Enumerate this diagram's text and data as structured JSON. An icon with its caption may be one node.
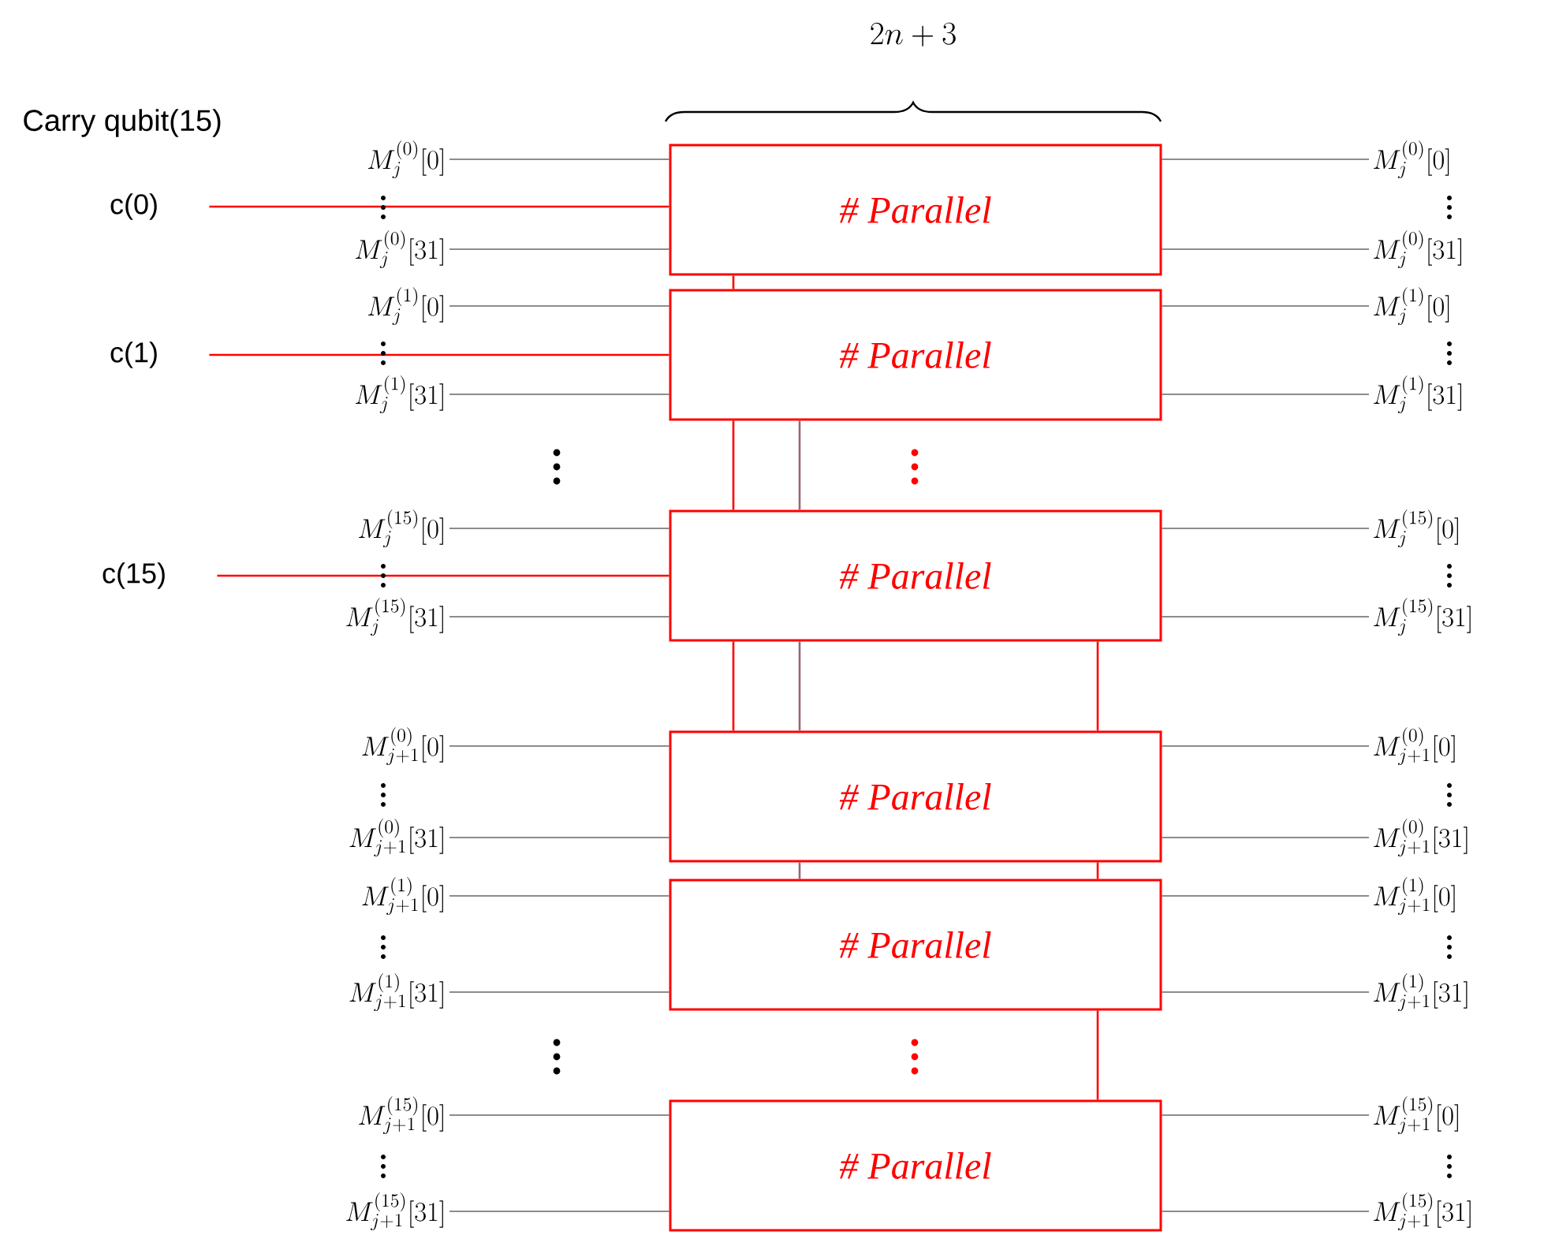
{
  "diagram": {
    "nodes": [
      {
        "text": [
          "# Parallel"
        ]
      },
      {
        "text": [
          "# Parallel"
        ]
      },
      {
        "text": [
          "# Parallel"
        ]
      },
      {
        "text": [
          "# Parallel"
        ]
      },
      {
        "text": [
          "# Parallel"
        ]
      },
      {
        "text": [
          "# Parallel"
        ]
      },
      {
        "text": [
          "M_{j}^{(0)}[0]"
        ]
      },
      {
        "text": [
          "M_{j}^{(0)}[31]"
        ]
      },
      {
        "text": [
          "M_{j}^{(1)}[0]"
        ]
      },
      {
        "text": [
          "M_{j}^{(1)}[31]"
        ]
      },
      {
        "text": [
          "M_{j}^{(15)}[0]"
        ]
      },
      {
        "text": [
          "M_{j}^{(15)}[31]"
        ]
      },
      {
        "text": [
          "M_{j+1}^{(0)}[0]"
        ]
      },
      {
        "text": [
          "M_{j+1}^{(0)}[31]"
        ]
      },
      {
        "text": [
          "M_{j+1}^{(1)}[0]"
        ]
      },
      {
        "text": [
          "M_{j+1}^{(1)}[31]"
        ]
      },
      {
        "text": [
          "M_{j+1}^{(15)}[0]"
        ]
      },
      {
        "text": [
          "M_{j+1}^{(15)}[31]"
        ]
      },
      {
        "text": [
          "M_{j}^{(0)}[0]"
        ]
      },
      {
        "text": [
          "M_{j}^{(0)}[31]"
        ]
      },
      {
        "text": [
          "M_{j}^{(1)}[0]"
        ]
      },
      {
        "text": [
          "M_{j}^{(1)}[31]"
        ]
      },
      {
        "text": [
          "M_{j}^{(15)}[0]"
        ]
      },
      {
        "text": [
          "M_{j}^{(15)}[31]"
        ]
      },
      {
        "text": [
          "M_{j+1}^{(0)}[0]"
        ]
      },
      {
        "text": [
          "M_{j+1}^{(0)}[31]"
        ]
      },
      {
        "text": [
          "M_{j+1}^{(1)}[0]"
        ]
      },
      {
        "text": [
          "M_{j+1}^{(1)}[31]"
        ]
      },
      {
        "text": [
          "M_{j+1}^{(15)}[0]"
        ]
      },
      {
        "text": [
          "M_{j+1}^{(15)}[31]"
        ]
      },
      {
        "text": [
          "c(0)"
        ]
      },
      {
        "text": [
          "c(1)"
        ]
      },
      {
        "text": [
          "c(15)"
        ]
      }
    ],
    "edges": [
      {
        "from": 6,
        "to": 0,
        "arrow": "none"
      },
      {
        "from": 7,
        "to": 0,
        "arrow": "none"
      },
      {
        "from": 8,
        "to": 1,
        "arrow": "none"
      },
      {
        "from": 9,
        "to": 1,
        "arrow": "none"
      },
      {
        "from": 10,
        "to": 2,
        "arrow": "none"
      },
      {
        "from": 11,
        "to": 2,
        "arrow": "none"
      },
      {
        "from": 12,
        "to": 3,
        "arrow": "none"
      },
      {
        "from": 13,
        "to": 3,
        "arrow": "none"
      },
      {
        "from": 14,
        "to": 4,
        "arrow": "none"
      },
      {
        "from": 15,
        "to": 4,
        "arrow": "none"
      },
      {
        "from": 16,
        "to": 5,
        "arrow": "none"
      },
      {
        "from": 17,
        "to": 5,
        "arrow": "none"
      },
      {
        "from": 0,
        "to": 18,
        "arrow": "none"
      },
      {
        "from": 0,
        "to": 19,
        "arrow": "none"
      },
      {
        "from": 1,
        "to": 20,
        "arrow": "none"
      },
      {
        "from": 1,
        "to": 21,
        "arrow": "none"
      },
      {
        "from": 2,
        "to": 22,
        "arrow": "none"
      },
      {
        "from": 2,
        "to": 23,
        "arrow": "none"
      },
      {
        "from": 3,
        "to": 24,
        "arrow": "none"
      },
      {
        "from": 3,
        "to": 25,
        "arrow": "none"
      },
      {
        "from": 4,
        "to": 26,
        "arrow": "none"
      },
      {
        "from": 4,
        "to": 27,
        "arrow": "none"
      },
      {
        "from": 5,
        "to": 28,
        "arrow": "none"
      },
      {
        "from": 5,
        "to": 29,
        "arrow": "none"
      },
      {
        "from": 30,
        "to": 0,
        "arrow": "none",
        "color": "#ff0000"
      },
      {
        "from": 31,
        "to": 1,
        "arrow": "none",
        "color": "#ff0000"
      },
      {
        "from": 32,
        "to": 2,
        "arrow": "none",
        "color": "#ff0000"
      },
      {
        "from": 0,
        "to": 1,
        "arrow": "none",
        "color": "#ff0000"
      },
      {
        "from": 1,
        "to": 2,
        "arrow": "none",
        "color": "#ff0000"
      },
      {
        "from": 1,
        "to": 2,
        "arrow": "none",
        "color": "#996677"
      },
      {
        "from": 2,
        "to": 3,
        "arrow": "none",
        "color": "#ff0000"
      },
      {
        "from": 2,
        "to": 3,
        "arrow": "none",
        "color": "#996677"
      },
      {
        "from": 2,
        "to": 3,
        "arrow": "none",
        "color": "#ff0000"
      },
      {
        "from": 3,
        "to": 4,
        "arrow": "none",
        "color": "#996677"
      },
      {
        "from": 3,
        "to": 4,
        "arrow": "none",
        "color": "#ff0000"
      },
      {
        "from": 4,
        "to": 5,
        "arrow": "none",
        "color": "#ff0000"
      }
    ],
    "labels": [
      "2n+3",
      "Carry qubit(15)"
    ]
  }
}
